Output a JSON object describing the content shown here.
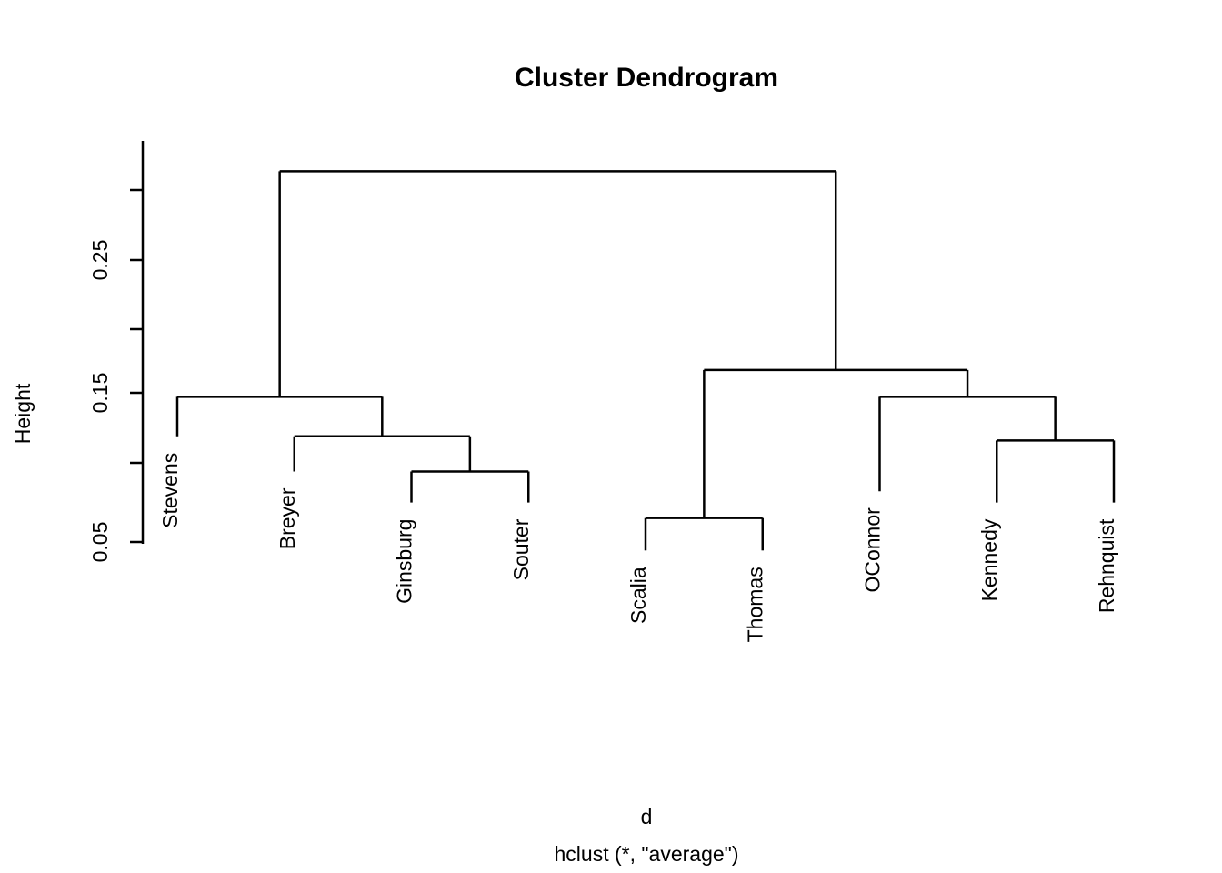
{
  "title": "Cluster Dendrogram",
  "axis": {
    "ylabel": "Height",
    "tick_labels": [
      "0.05",
      "0.15",
      "0.25"
    ]
  },
  "footer": {
    "xlabel": "d",
    "method_line": "hclust (*, \"average\")"
  },
  "colors": {
    "line": "#000000",
    "background": "#ffffff",
    "text": "#000000"
  },
  "chart_data": {
    "type": "dendrogram",
    "title": "Cluster Dendrogram",
    "xlabel": "d",
    "ylabel": "Height",
    "subtitle": "hclust (*, \"average\")",
    "method": "average",
    "leaves": [
      "Stevens",
      "Breyer",
      "Ginsburg",
      "Souter",
      "Scalia",
      "Thomas",
      "OConnor",
      "Kennedy",
      "Rehnquist"
    ],
    "leaf_order": [
      0,
      1,
      2,
      3,
      4,
      5,
      6,
      7,
      8
    ],
    "yticks": [
      0.05,
      0.15,
      0.25
    ],
    "ylim": [
      0.02,
      0.33
    ],
    "grid": false,
    "legend": null,
    "merges": [
      {
        "id": "m1",
        "left": "Ginsburg",
        "right": "Souter",
        "height": 0.1
      },
      {
        "id": "m2",
        "left": "Breyer",
        "right": "m1",
        "height": 0.125
      },
      {
        "id": "m3",
        "left": "Stevens",
        "right": "m2",
        "height": 0.153
      },
      {
        "id": "m4",
        "left": "Scalia",
        "right": "Thomas",
        "height": 0.067
      },
      {
        "id": "m5",
        "left": "Kennedy",
        "right": "Rehnquist",
        "height": 0.122
      },
      {
        "id": "m6",
        "left": "OConnor",
        "right": "m5",
        "height": 0.153
      },
      {
        "id": "m7",
        "left": "m4",
        "right": "m6",
        "height": 0.172
      },
      {
        "id": "m8",
        "left": "m3",
        "right": "m7",
        "height": 0.313
      }
    ],
    "leaf_tip_heights": {
      "Stevens": 0.125,
      "Breyer": 0.1,
      "Ginsburg": 0.078,
      "Souter": 0.078,
      "Scalia": 0.044,
      "Thomas": 0.044,
      "OConnor": 0.086,
      "Kennedy": 0.078,
      "Rehnquist": 0.078
    }
  }
}
